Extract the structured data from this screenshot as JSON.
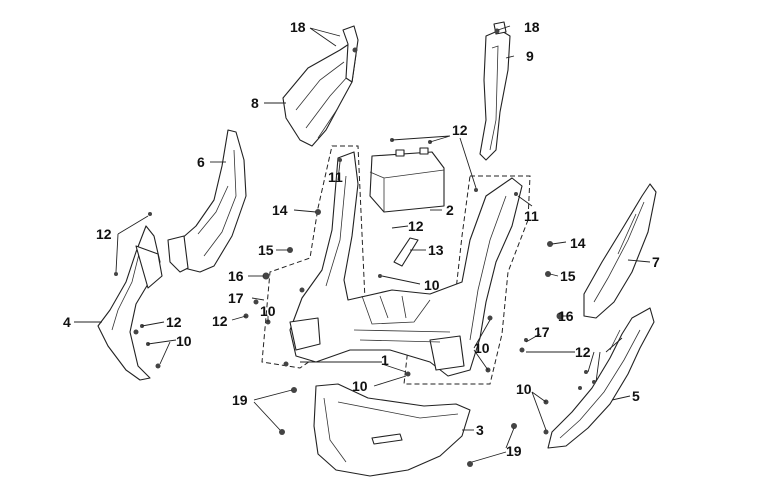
{
  "callouts": [
    {
      "id": "c18a",
      "text": "18"
    },
    {
      "id": "c18b",
      "text": "18"
    },
    {
      "id": "c9",
      "text": "9"
    },
    {
      "id": "c8",
      "text": "8"
    },
    {
      "id": "c12a",
      "text": "12"
    },
    {
      "id": "c6",
      "text": "6"
    },
    {
      "id": "c11a",
      "text": "11"
    },
    {
      "id": "c2",
      "text": "2"
    },
    {
      "id": "c11b",
      "text": "11"
    },
    {
      "id": "c14a",
      "text": "14"
    },
    {
      "id": "c12b",
      "text": "12"
    },
    {
      "id": "c12c",
      "text": "12"
    },
    {
      "id": "c13",
      "text": "13"
    },
    {
      "id": "c14b",
      "text": "14"
    },
    {
      "id": "c15a",
      "text": "15"
    },
    {
      "id": "c7",
      "text": "7"
    },
    {
      "id": "c15b",
      "text": "15"
    },
    {
      "id": "c16a",
      "text": "16"
    },
    {
      "id": "c10a",
      "text": "10"
    },
    {
      "id": "c17a",
      "text": "17"
    },
    {
      "id": "c12d",
      "text": "12"
    },
    {
      "id": "c10b",
      "text": "10"
    },
    {
      "id": "c16b",
      "text": "16"
    },
    {
      "id": "c4",
      "text": "4"
    },
    {
      "id": "c12e",
      "text": "12"
    },
    {
      "id": "c17b",
      "text": "17"
    },
    {
      "id": "c10c",
      "text": "10"
    },
    {
      "id": "c12f",
      "text": "12"
    },
    {
      "id": "c1",
      "text": "1"
    },
    {
      "id": "c10d",
      "text": "10"
    },
    {
      "id": "c10e",
      "text": "10"
    },
    {
      "id": "c19a",
      "text": "19"
    },
    {
      "id": "c10f",
      "text": "10"
    },
    {
      "id": "c5",
      "text": "5"
    },
    {
      "id": "c3",
      "text": "3"
    },
    {
      "id": "c19b",
      "text": "19"
    }
  ]
}
